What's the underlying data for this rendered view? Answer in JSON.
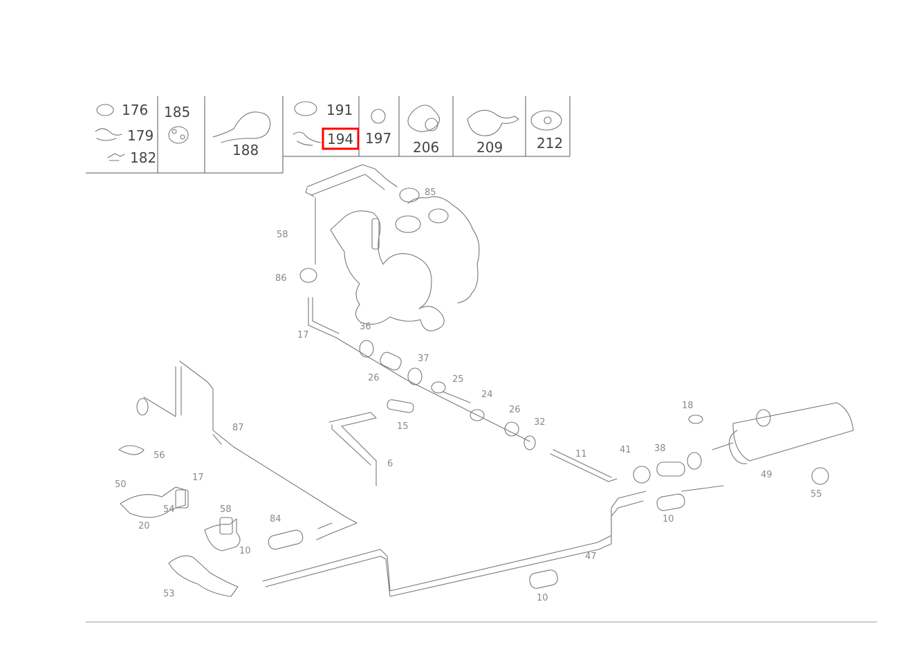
{
  "header_grid": {
    "cells": [
      {
        "labels": [
          "176",
          "179",
          "182"
        ]
      },
      {
        "labels": [
          "185"
        ]
      },
      {
        "labels": [
          "188"
        ]
      },
      {
        "labels": [
          "191",
          "194"
        ]
      },
      {
        "labels": [
          "197"
        ]
      },
      {
        "labels": [
          "206"
        ]
      },
      {
        "labels": [
          "209"
        ]
      },
      {
        "labels": [
          "212"
        ]
      }
    ],
    "highlighted": "194",
    "highlight_color": "#ff0000"
  },
  "callouts": [
    "85",
    "58",
    "86",
    "17",
    "36",
    "37",
    "26",
    "25",
    "24",
    "26",
    "32",
    "11",
    "41",
    "38",
    "18",
    "10",
    "49",
    "55",
    "15",
    "87",
    "56",
    "50",
    "6",
    "17",
    "58",
    "20",
    "84",
    "53",
    "47",
    "10",
    "10",
    "54"
  ]
}
